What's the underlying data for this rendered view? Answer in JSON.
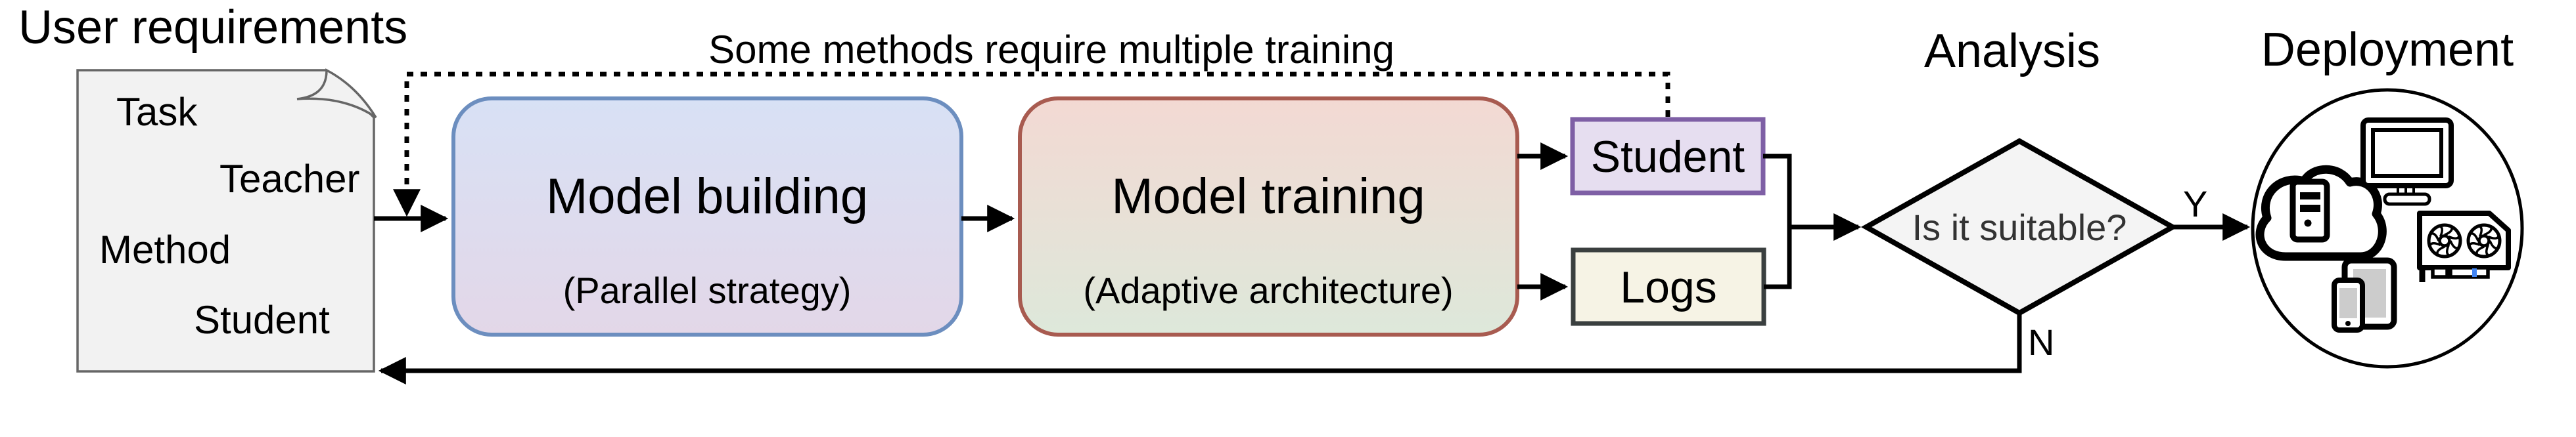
{
  "page": {
    "title": "User requirements"
  },
  "feedback_note": {
    "label": "Some methods require multiple training"
  },
  "requirements_doc": {
    "items": [
      "Task",
      "Teacher",
      "Method",
      "Student"
    ]
  },
  "model_building": {
    "title": "Model building",
    "subtitle": "(Parallel strategy)"
  },
  "model_training": {
    "title": "Model training",
    "subtitle": "(Adaptive architecture)"
  },
  "outputs": {
    "student": "Student",
    "logs": "Logs"
  },
  "analysis": {
    "heading": "Analysis",
    "question": "Is it suitable?",
    "yes_label": "Y",
    "no_label": "N"
  },
  "deployment": {
    "heading": "Deployment",
    "icons": [
      "cloud-server-icon",
      "monitor-icon",
      "gpu-card-icon",
      "tablet-phone-icon"
    ]
  },
  "colors": {
    "building_stroke": "#6C8EBF",
    "building_fill_top": "#D8E1F5",
    "building_fill_bottom": "#E3D7E8",
    "training_stroke": "#A85B50",
    "training_fill_top": "#F3D9D3",
    "training_fill_bottom": "#DDE8DA",
    "student_stroke": "#7E5FA5",
    "student_fill": "#E6DEF0",
    "logs_stroke": "#3A3F3F",
    "logs_fill": "#F6F3E5",
    "doc_stroke": "#666666",
    "doc_fill": "#F2F2F2",
    "diamond_fill": "#F4F4F4",
    "line": "#000000",
    "gpu_pin": "#4285F4",
    "screen_gray": "#CCCCCC"
  }
}
